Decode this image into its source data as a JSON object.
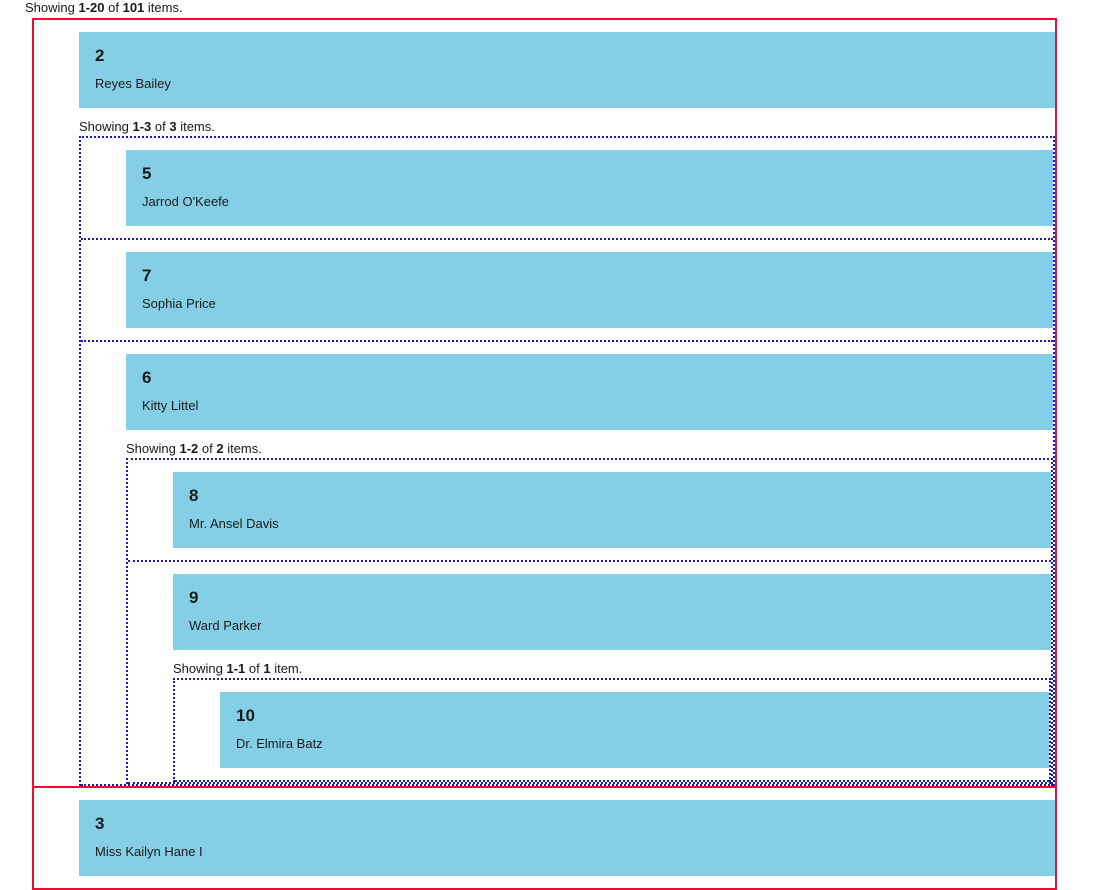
{
  "colors": {
    "card_background": "#84cee6",
    "outer_border": "#e8112d",
    "nested_border": "#1b1bb5",
    "text": "#1c1c1c"
  },
  "root": {
    "summary": {
      "prefix": "Showing ",
      "range": "1-20",
      "middle": " of ",
      "total": "101",
      "suffix": " items.",
      "full_text": "Showing 1-20 of 101 items."
    },
    "items": [
      {
        "id": "2",
        "name": "Reyes Bailey",
        "summary": {
          "prefix": "Showing ",
          "range": "1-3",
          "middle": " of ",
          "total": "3",
          "suffix": " items.",
          "full_text": "Showing 1-3 of 3 items."
        },
        "children": [
          {
            "id": "5",
            "name": "Jarrod O'Keefe",
            "summary": null,
            "children": []
          },
          {
            "id": "7",
            "name": "Sophia Price",
            "summary": null,
            "children": []
          },
          {
            "id": "6",
            "name": "Kitty Littel",
            "summary": {
              "prefix": "Showing ",
              "range": "1-2",
              "middle": " of ",
              "total": "2",
              "suffix": " items.",
              "full_text": "Showing 1-2 of 2 items."
            },
            "children": [
              {
                "id": "8",
                "name": "Mr. Ansel Davis",
                "summary": null,
                "children": []
              },
              {
                "id": "9",
                "name": "Ward Parker",
                "summary": {
                  "prefix": "Showing ",
                  "range": "1-1",
                  "middle": " of ",
                  "total": "1",
                  "suffix": " item.",
                  "full_text": "Showing 1-1 of 1 item."
                },
                "children": [
                  {
                    "id": "10",
                    "name": "Dr. Elmira Batz",
                    "summary": null,
                    "children": []
                  }
                ]
              }
            ]
          }
        ]
      },
      {
        "id": "3",
        "name": "Miss Kailyn Hane I",
        "summary": null,
        "children": []
      }
    ]
  }
}
